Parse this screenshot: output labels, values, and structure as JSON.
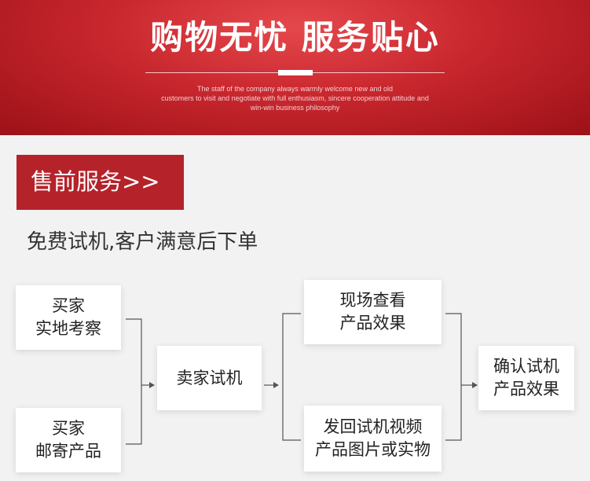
{
  "banner": {
    "title": "购物无忧 服务贴心",
    "subtitle_lines": [
      "The staff of the company always warmly welcome new and old",
      "customers to visit and negotiate with full enthusiasm, sincere cooperation attitude and",
      "win-win business philosophy"
    ]
  },
  "section": {
    "tag": "售前服务>>",
    "intro": "免费试机,客户满意后下单"
  },
  "flow": {
    "buyer_visit": [
      "买家",
      "实地考察"
    ],
    "buyer_mail": [
      "买家",
      "邮寄产品"
    ],
    "seller_test": [
      "卖家试机"
    ],
    "onsite_view": [
      "现场查看",
      "产品效果"
    ],
    "send_back": [
      "发回试机视频",
      "产品图片或实物"
    ],
    "confirm": [
      "确认试机",
      "产品效果"
    ]
  },
  "colors": {
    "banner_red": "#c9272e",
    "tag_red": "#b5222a",
    "background": "#f2f2f2"
  }
}
